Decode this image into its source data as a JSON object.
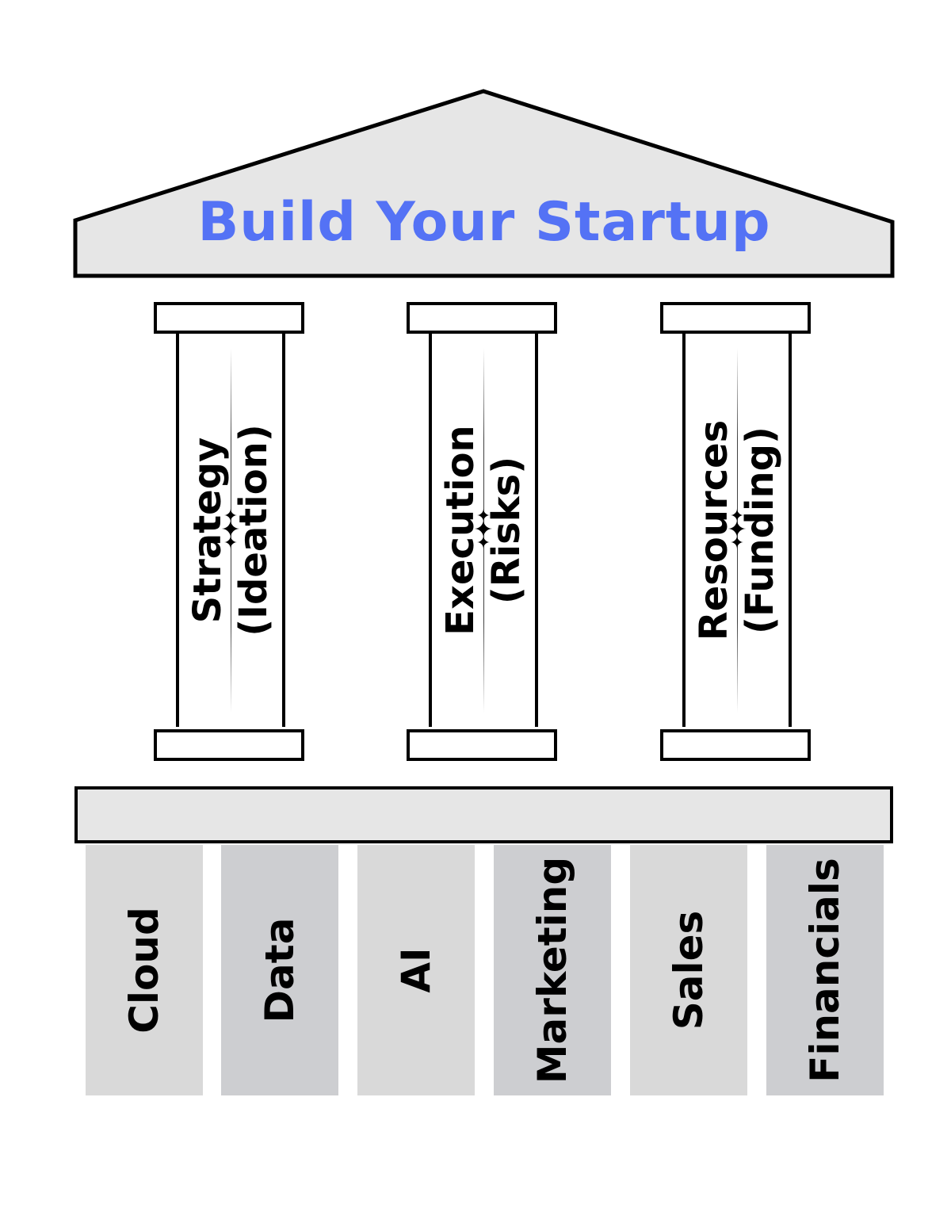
{
  "title": "Build Your Startup",
  "colors": {
    "title": "#5472f5",
    "roof_fill": "#e6e6e6",
    "outline": "#000000",
    "pillar_fill": "#ffffff",
    "base_fill": "#e6e6e6",
    "block_light": "#d9d9d9",
    "block_dark": "#cdced1"
  },
  "pillars": [
    {
      "main": "Strategy",
      "sub": "(Ideation)",
      "icon": "sparkle-icon"
    },
    {
      "main": "Execution",
      "sub": "(Risks)",
      "icon": "sparkle-icon"
    },
    {
      "main": "Resources",
      "sub": "(Funding)",
      "icon": "sparkle-icon"
    }
  ],
  "foundation_blocks": [
    {
      "label": "Cloud",
      "shade": "light"
    },
    {
      "label": "Data",
      "shade": "dark"
    },
    {
      "label": "AI",
      "shade": "light"
    },
    {
      "label": "Marketing",
      "shade": "dark"
    },
    {
      "label": "Sales",
      "shade": "light"
    },
    {
      "label": "Financials",
      "shade": "dark"
    }
  ]
}
